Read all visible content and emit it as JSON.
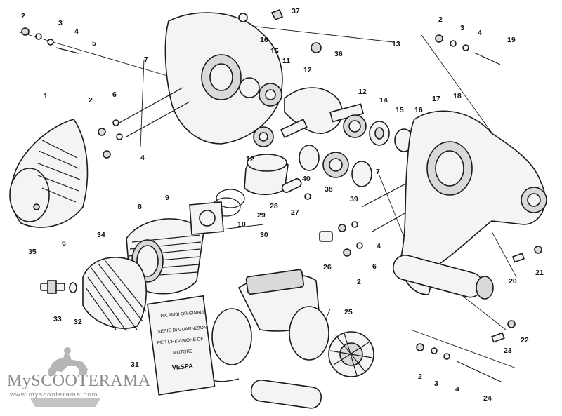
{
  "diagram": {
    "callouts": [
      "1",
      "2",
      "3",
      "4",
      "5",
      "6",
      "7",
      "8",
      "9",
      "10",
      "11",
      "12",
      "13",
      "14",
      "15",
      "16",
      "17",
      "18",
      "19",
      "20",
      "21",
      "22",
      "23",
      "24",
      "25",
      "26",
      "27",
      "28",
      "29",
      "30",
      "31",
      "32",
      "33",
      "34",
      "35",
      "36",
      "37",
      "38",
      "39",
      "40"
    ],
    "repeat_2": "2",
    "repeat_3": "3",
    "repeat_4": "4",
    "repeat_6": "6",
    "repeat_7": "7",
    "repeat_12": "12",
    "repeat_15": "15",
    "repeat_16": "16"
  },
  "service_card": {
    "line1": "RICAMBI ORIGINALI",
    "line2": "SERIE DI GUARNIZIONI",
    "line3": "PER L'REVISIONE DEL",
    "line4": "MOTORE",
    "brand": "VESPA"
  },
  "watermark": {
    "brand": "MySCOOTERAMA",
    "url": "www.myscooterama.com"
  }
}
